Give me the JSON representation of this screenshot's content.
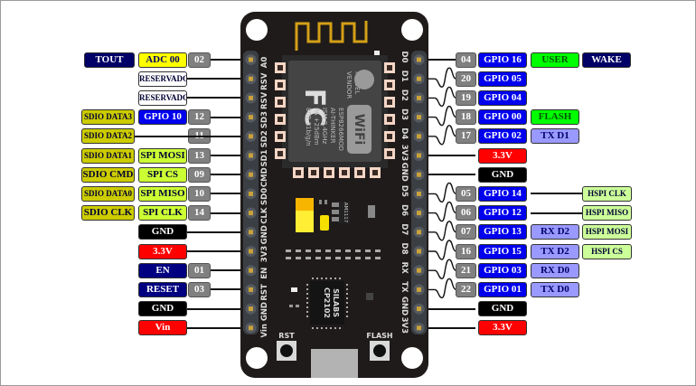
{
  "title": "NodeMCU ESP8266 pinout",
  "colors": {
    "tout": "#000066",
    "adc": "#ffff00",
    "reserved": "#ffffff",
    "gpio": "#0000ee",
    "pin_num": "#808080",
    "sdio": "#cccc00",
    "spi": "#ccff33",
    "gnd": "#000000",
    "power": "#ff0000",
    "en_reset": "#000080",
    "user_flash": "#00ff00",
    "wake": "#000066",
    "uart": "#9999ff",
    "hspi": "#ccff99"
  },
  "board": {
    "left_pins": [
      "A0",
      "RSV",
      "RSV",
      "SD3",
      "SD2",
      "SD1",
      "CMD",
      "SD0",
      "CLK",
      "GND",
      "3V3",
      "EN",
      "RST",
      "GND",
      "Vin"
    ],
    "right_pins": [
      "D0",
      "D1",
      "D2",
      "D3",
      "D4",
      "3V3",
      "GND",
      "D5",
      "D6",
      "D7",
      "D8",
      "RX",
      "TX",
      "GND",
      "3V3"
    ],
    "module_text": [
      "MODEL",
      "VENDOR",
      "ESP8266MOD",
      "AI-THINKER",
      "ISM 2.4GHz",
      "PA +25dBm",
      "802.11b/g/n"
    ],
    "fcc_logo": "FC",
    "wifi_logo": "WiFi",
    "regulator": "AM1117",
    "usb_chip": [
      "SILABS",
      "CP2102"
    ],
    "rst_button": "RST",
    "flash_button": "FLASH"
  },
  "left_rows": [
    {
      "labels": [
        {
          "text": "TOUT",
          "type": "tout"
        },
        {
          "text": "ADC 00",
          "type": "adc"
        },
        {
          "text": "02",
          "type": "pin_num"
        }
      ]
    },
    {
      "labels": [
        {
          "text": "RESERVADO",
          "type": "reserved"
        }
      ]
    },
    {
      "labels": [
        {
          "text": "RESERVADO",
          "type": "reserved"
        }
      ]
    },
    {
      "labels": [
        {
          "text": "SDIO DATA3",
          "type": "sdio"
        },
        {
          "text": "GPIO 10",
          "type": "gpio"
        },
        {
          "text": "12",
          "type": "pin_num"
        }
      ]
    },
    {
      "labels": [
        {
          "text": "SDIO DATA2",
          "type": "sdio"
        },
        {
          "text": "11",
          "type": "pin_num"
        }
      ]
    },
    {
      "labels": [
        {
          "text": "SDIO DATA1",
          "type": "sdio"
        },
        {
          "text": "SPI MOSI",
          "type": "spi"
        },
        {
          "text": "13",
          "type": "pin_num"
        }
      ]
    },
    {
      "labels": [
        {
          "text": "SDIO CMD",
          "type": "sdio"
        },
        {
          "text": "SPI CS",
          "type": "spi"
        },
        {
          "text": "09",
          "type": "pin_num"
        }
      ]
    },
    {
      "labels": [
        {
          "text": "SDIO DATA0",
          "type": "sdio"
        },
        {
          "text": "SPI MISO",
          "type": "spi"
        },
        {
          "text": "10",
          "type": "pin_num"
        }
      ]
    },
    {
      "labels": [
        {
          "text": "SDIO CLK",
          "type": "sdio"
        },
        {
          "text": "SPI CLK",
          "type": "spi"
        },
        {
          "text": "14",
          "type": "pin_num"
        }
      ]
    },
    {
      "labels": [
        {
          "text": "GND",
          "type": "gnd"
        }
      ]
    },
    {
      "labels": [
        {
          "text": "3.3V",
          "type": "power"
        }
      ]
    },
    {
      "labels": [
        {
          "text": "EN",
          "type": "en_reset"
        },
        {
          "text": "01",
          "type": "pin_num"
        }
      ]
    },
    {
      "labels": [
        {
          "text": "RESET",
          "type": "en_reset"
        },
        {
          "text": "03",
          "type": "pin_num"
        }
      ]
    },
    {
      "labels": [
        {
          "text": "GND",
          "type": "gnd"
        }
      ]
    },
    {
      "labels": [
        {
          "text": "Vin",
          "type": "power"
        }
      ]
    }
  ],
  "right_rows": [
    {
      "pin": "04",
      "gpio": "GPIO 16",
      "extra": [
        {
          "text": "USER",
          "type": "user_flash"
        },
        {
          "text": "WAKE",
          "type": "wake"
        }
      ]
    },
    {
      "pin": "20",
      "gpio": "GPIO 05",
      "extra": []
    },
    {
      "pin": "19",
      "gpio": "GPIO 04",
      "extra": []
    },
    {
      "pin": "18",
      "gpio": "GPIO 00",
      "extra": [
        {
          "text": "FLASH",
          "type": "user_flash"
        }
      ]
    },
    {
      "pin": "17",
      "gpio": "GPIO 02",
      "extra": [
        {
          "text": "TX D1",
          "type": "uart"
        }
      ]
    },
    {
      "power": "3.3V",
      "type": "power"
    },
    {
      "power": "GND",
      "type": "gnd"
    },
    {
      "pin": "05",
      "gpio": "GPIO 14",
      "hspi": "HSPI CLK",
      "extra": []
    },
    {
      "pin": "06",
      "gpio": "GPIO 12",
      "hspi": "HSPI MISO",
      "extra": []
    },
    {
      "pin": "07",
      "gpio": "GPIO 13",
      "hspi": "HSPI MOSI",
      "extra": [
        {
          "text": "RX D2",
          "type": "uart"
        }
      ]
    },
    {
      "pin": "16",
      "gpio": "GPIO 15",
      "hspi": "HSPI CS",
      "extra": [
        {
          "text": "TX D2",
          "type": "uart"
        }
      ]
    },
    {
      "pin": "21",
      "gpio": "GPIO 03",
      "extra": [
        {
          "text": "RX D0",
          "type": "uart"
        }
      ]
    },
    {
      "pin": "22",
      "gpio": "GPIO 01",
      "extra": [
        {
          "text": "TX D0",
          "type": "uart"
        }
      ]
    },
    {
      "power": "GND",
      "type": "gnd"
    },
    {
      "power": "3.3V",
      "type": "power"
    }
  ]
}
